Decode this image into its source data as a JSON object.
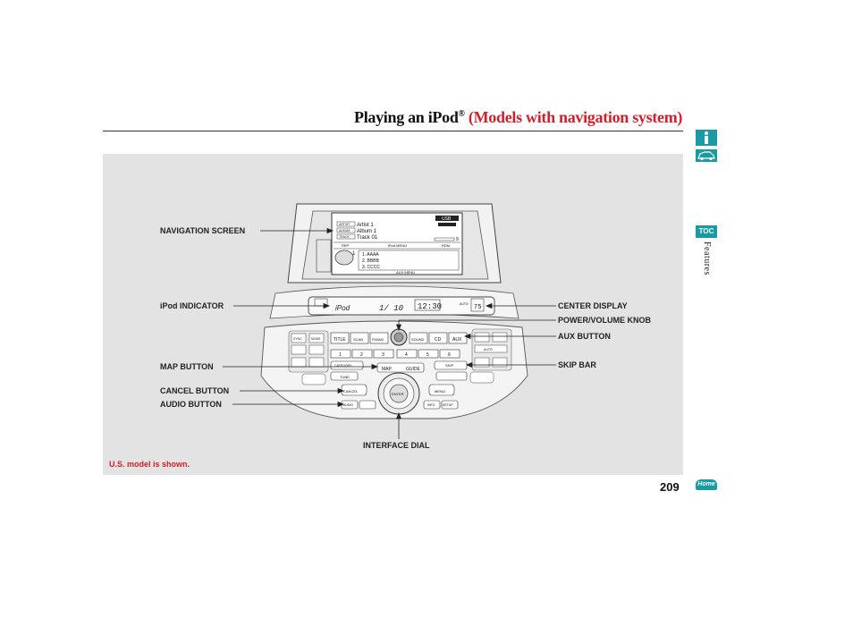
{
  "header": {
    "title_main": "Playing an iPod",
    "title_reg": "®",
    "title_sub": "(Models with navigation system)"
  },
  "callouts": {
    "navigation_screen": "NAVIGATION SCREEN",
    "ipod_indicator": "iPod INDICATOR",
    "map_button": "MAP BUTTON",
    "cancel_button": "CANCEL BUTTON",
    "audio_button": "AUDIO BUTTON",
    "center_display": "CENTER DISPLAY",
    "power_volume_knob": "POWER/VOLUME KNOB",
    "aux_button": "AUX BUTTON",
    "skip_bar": "SKIP BAR",
    "interface_dial": "INTERFACE DIAL"
  },
  "screen": {
    "row1_tag": "ARTIST",
    "row1_text": "Artist 1",
    "row2_tag": "ALBUM",
    "row2_text": "Album 1",
    "row3_tag": "TRACK",
    "row3_text": "Track 01",
    "usb_badge": "USB",
    "list_num": "1",
    "list_a": "1. AAAA",
    "list_b": "2. BBBB",
    "list_c": "3. CCCC",
    "menu_label": "iPod MENU",
    "aux_menu": "AUX MENU",
    "rep_label": "REP",
    "rdm_label": "RDM",
    "track_num": "9"
  },
  "display": {
    "source": "iPod",
    "track": "1/ 10",
    "time": "12:30",
    "auto": "AUTO",
    "temp": "75"
  },
  "panel_buttons": {
    "title": "TITLE",
    "scan": "SCAN",
    "fmam": "FM/AM",
    "sound": "SOUND",
    "cd": "CD",
    "aux": "AUX",
    "preset_1": "1",
    "preset_2": "2",
    "preset_3": "3",
    "preset_4": "4",
    "preset_5": "5",
    "preset_6": "6",
    "map": "MAP",
    "guide": "GUIDE",
    "enter": "ENTER",
    "cancel": "CANCEL",
    "audio": "AUDIO",
    "setup": "SETUP",
    "info": "INFO",
    "menu": "MENU",
    "sync": "SYNC",
    "mode": "MODE",
    "auto": "AUTO",
    "tune": "TUNE",
    "skip": "SKIP",
    "category": "CATEGORY"
  },
  "footer": {
    "note": "U.S. model is shown.",
    "page_number": "209"
  },
  "sidebar": {
    "toc": "TOC",
    "section": "Features",
    "home": "Home",
    "accent_color": "#1a9ba4"
  }
}
